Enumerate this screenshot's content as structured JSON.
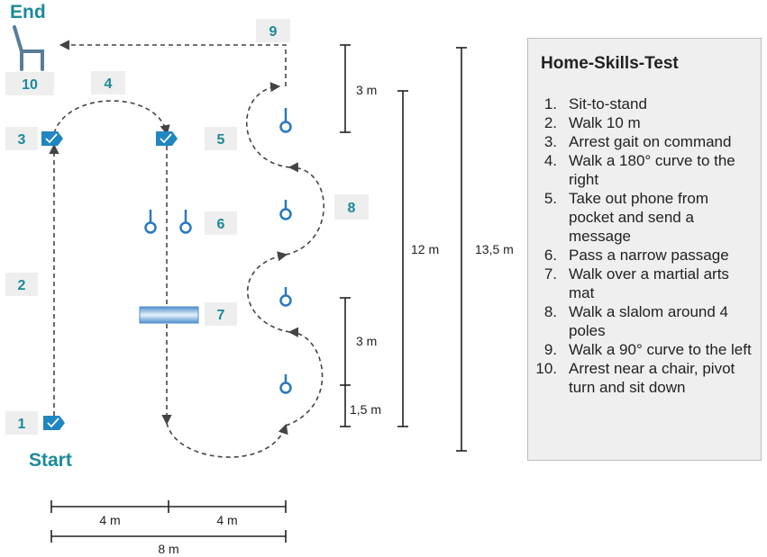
{
  "labels": {
    "end": "End",
    "start": "Start",
    "n1": "1",
    "n2": "2",
    "n3": "3",
    "n4": "4",
    "n5": "5",
    "n6": "6",
    "n7": "7",
    "n8": "8",
    "n9": "9",
    "n10": "10"
  },
  "dimensions": {
    "d3m_top": "3 m",
    "d3m_bottom": "3 m",
    "d15m": "1,5 m",
    "d12m": "12 m",
    "d135m": "13,5 m",
    "d4m_left": "4 m",
    "d4m_right": "4 m",
    "d8m": "8 m"
  },
  "panel": {
    "title": "Home-Skills-Test",
    "steps": [
      {
        "num": "1.",
        "text": "Sit-to-stand"
      },
      {
        "num": "2.",
        "text": "Walk 10 m"
      },
      {
        "num": "3.",
        "text": "Arrest gait on command"
      },
      {
        "num": "4.",
        "text": "Walk a 180° curve to the right"
      },
      {
        "num": "5.",
        "text": "Take out phone from pocket and send a message"
      },
      {
        "num": "6.",
        "text": "Pass a narrow passage"
      },
      {
        "num": "7.",
        "text": "Walk over a martial arts mat"
      },
      {
        "num": "8.",
        "text": "Walk a slalom around 4 poles"
      },
      {
        "num": "9.",
        "text": "Walk a 90° curve to the left"
      },
      {
        "num": "10.",
        "text": "Arrest near a chair, pivot turn and sit down"
      }
    ]
  },
  "colors": {
    "label_teal": "#1b8a99",
    "marker_blue": "#1f86c2",
    "pole_blue": "#2878c0",
    "chair": "#5a7d99",
    "panel_bg": "#efefef"
  }
}
